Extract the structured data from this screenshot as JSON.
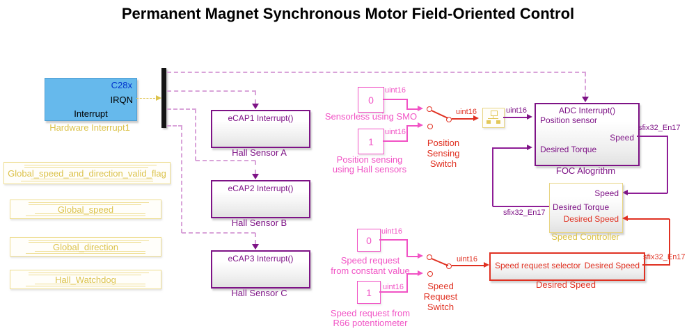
{
  "title": "Permanent Magnet Synchronous Motor Field-Oriented Control",
  "colors": {
    "purple": "#7e1386",
    "magenta": "#f153c5",
    "red": "#e03122",
    "yellow": "#dcc34c",
    "lavender_dash": "#d9a3d9",
    "interrupt_block_fill": "#66b9ec",
    "chip_text_blue": "#0033cc"
  },
  "hardware_interrupt": {
    "chip": "C28x",
    "port": "IRQN",
    "out_port": "Interrupt",
    "label": "Hardware Interrupt1"
  },
  "hall_sensors": [
    {
      "port": "eCAP1 Interrupt()",
      "label": "Hall Sensor A"
    },
    {
      "port": "eCAP2 Interrupt()",
      "label": "Hall Sensor B"
    },
    {
      "port": "eCAP3 Interrupt()",
      "label": "Hall Sensor C"
    }
  ],
  "data_stores": [
    {
      "name": "Global_speed_and_direction_valid_flag"
    },
    {
      "name": "Global_speed"
    },
    {
      "name": "Global_direction"
    },
    {
      "name": "Hall_Watchdog"
    }
  ],
  "position_sensing": {
    "const_smo": {
      "value": "0",
      "dtype": "uint16",
      "caption": "Sensorless using SMO"
    },
    "const_hall": {
      "value": "1",
      "dtype": "uint16",
      "caption_l1": "Position sensing",
      "caption_l2": "using Hall sensors"
    },
    "switch": {
      "label_l1": "Position",
      "label_l2": "Sensing",
      "label_l3": "Switch",
      "out_dtype": "uint16"
    },
    "converter_out_dtype": "uint16"
  },
  "speed_request": {
    "const_constant": {
      "value": "0",
      "dtype": "uint16",
      "caption_l1": "Speed request",
      "caption_l2": "from constant value"
    },
    "const_pot": {
      "value": "1",
      "dtype": "uint16",
      "caption_l1": "Speed request from",
      "caption_l2": "R66 potentiometer"
    },
    "switch": {
      "label_l1": "Speed",
      "label_l2": "Request",
      "label_l3": "Switch",
      "out_dtype": "uint16"
    }
  },
  "foc_algorithm": {
    "trigger_port": "ADC Interrupt()",
    "in_position": "Position sensor",
    "in_torque": "Desired Torque",
    "out_speed": "Speed",
    "out_dtype": "sfix32_En17",
    "label": "FOC Alogrithm"
  },
  "speed_controller": {
    "in_speed": "Speed",
    "out_torque": "Desired Torque",
    "in_desired_speed": "Desired Speed",
    "out_dtype": "sfix32_En17",
    "label": "Speed Controller"
  },
  "desired_speed": {
    "in_port": "Speed request selector",
    "out_port": "Desired Speed",
    "out_dtype": "sfix32_En17",
    "label": "Desired Speed"
  }
}
